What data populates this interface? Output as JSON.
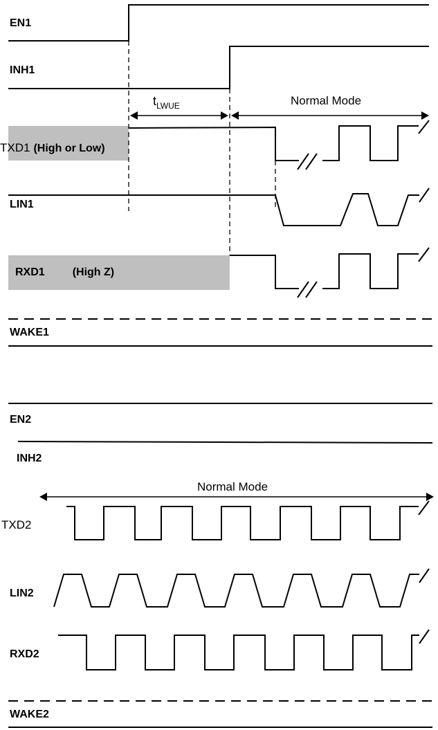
{
  "part1": {
    "signals": {
      "en": "EN1",
      "inh": "INH1",
      "txd": "TXD1",
      "txd_note": "(High or Low)",
      "lin": "LIN1",
      "rxd": "RXD1",
      "rxd_note": "(High Z)",
      "wake": "WAKE1"
    },
    "timing_symbol": "t",
    "timing_subscript": "LWUE",
    "mode_label": "Normal Mode"
  },
  "part2": {
    "signals": {
      "en": "EN2",
      "inh": "INH2",
      "txd": "TXD2",
      "lin": "LIN2",
      "rxd": "RXD2",
      "wake": "WAKE2"
    },
    "mode_label": "Normal Mode"
  },
  "colors": {
    "line": "#000000",
    "shade": "#bfbfbf",
    "background": "#ffffff"
  }
}
